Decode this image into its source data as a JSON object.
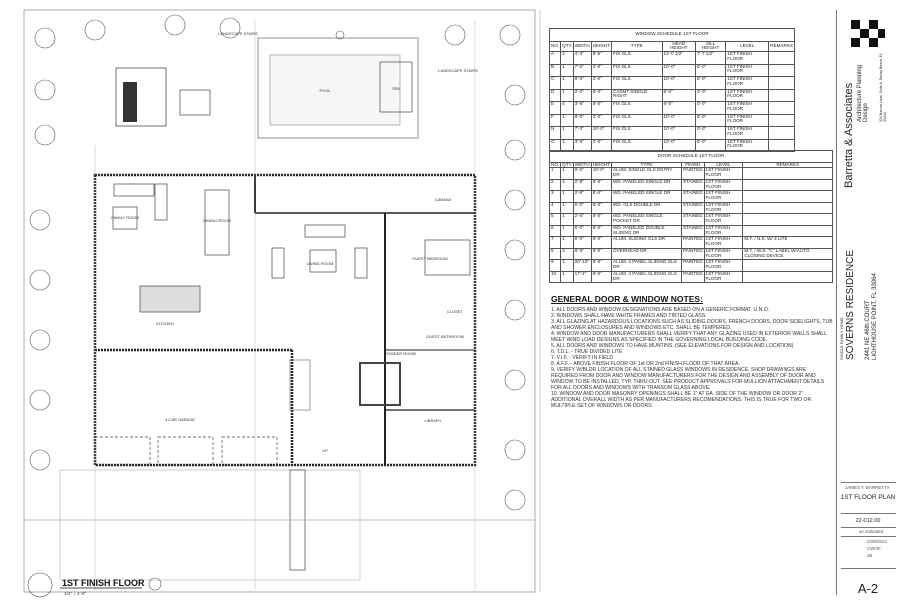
{
  "plan": {
    "title": "1ST FINISH FLOOR",
    "scale": "1/4\" = 1'-0\"",
    "rooms": {
      "landscape_stairs_left": "LANDSCAPE STAIRS",
      "landscape_stairs_right": "LANDSCAPE STAIRS",
      "pool": "POOL",
      "spa": "SPA",
      "cabana": "CABANA",
      "family_room": "FAMILY ROOM",
      "dining_room": "DINING ROOM",
      "living_room": "LIVING ROOM",
      "guest_bedroom": "GUEST BEDROOM",
      "closet": "CLOSET",
      "kitchen": "KITCHEN",
      "guest_bathroom": "GUEST BATHROOM",
      "powder_room": "POWDER ROOM",
      "garage": "3-CAR GARAGE",
      "library": "LIBRARY",
      "up": "UP"
    }
  },
  "window_schedule": {
    "title": "WINDOW SCHEDULE 1ST FLOOR",
    "columns": [
      "NO.",
      "QTY",
      "WIDTH",
      "HEIGHT",
      "TYPE",
      "HEAD HEIGHT",
      "SILL HEIGHT",
      "LEVEL",
      "REMARKS"
    ],
    "rows": [
      [
        "A",
        "2",
        "4'-3\"",
        "8'-5\"",
        "FIX GLS",
        "12'-0 1/2\"",
        "7'-7 1/2\"",
        "1ST FINISH FLOOR",
        ""
      ],
      [
        "B",
        "1",
        "7'-0\"",
        "2'-0\"",
        "FIX GLS",
        "10'-0\"",
        "8'-0\"",
        "1ST FINISH FLOOR",
        ""
      ],
      [
        "C",
        "1",
        "8'-0\"",
        "2'-0\"",
        "FIX GLS",
        "10'-0\"",
        "8'-0\"",
        "1ST FINISH FLOOR",
        ""
      ],
      [
        "D",
        "1",
        "2'-0\"",
        "5'-0\"",
        "CASMT SINGLE RIGHT",
        "8'-0\"",
        "3'-0\"",
        "1ST FINISH FLOOR",
        ""
      ],
      [
        "E",
        "4",
        "3'-6\"",
        "8'-0\"",
        "FIX GLS",
        "8'-0\"",
        "0'-0\"",
        "1ST FINISH FLOOR",
        ""
      ],
      [
        "F",
        "1",
        "8'-0\"",
        "2'-0\"",
        "FIX GLS",
        "10'-0\"",
        "8'-0\"",
        "1ST FINISH FLOOR",
        ""
      ],
      [
        "N",
        "1",
        "7'-3\"",
        "10'-0\"",
        "FIX GLS",
        "10'-0\"",
        "0'-0\"",
        "1ST FINISH FLOOR",
        ""
      ],
      [
        "O",
        "1",
        "3'-6\"",
        "2'-0\"",
        "FIX GLS",
        "10'-0\"",
        "8'-0\"",
        "1ST FINISH FLOOR",
        ""
      ]
    ]
  },
  "door_schedule": {
    "title": "DOOR SCHEDULE 1ST FLOOR",
    "columns": [
      "NO.",
      "QTY",
      "WIDTH",
      "HEIGHT",
      "TYPE",
      "FINISH",
      "LEVEL",
      "REMARKS"
    ],
    "rows": [
      [
        "1",
        "1",
        "6'-0\"",
        "10'-0\"",
        "ALUM. SINGLE GLS ENTRY DR",
        "PAINTED",
        "1ST FINISH FLOOR",
        ""
      ],
      [
        "2",
        "4",
        "2'-8\"",
        "8'-0\"",
        "WD. PANELED SINGLE DR",
        "STAINED",
        "1ST FINISH FLOOR",
        ""
      ],
      [
        "3",
        "1",
        "2'-6\"",
        "8'-0\"",
        "WD. PANELED SINGLE DR",
        "STAINED",
        "1ST FINISH FLOOR",
        ""
      ],
      [
        "4",
        "1",
        "5'-0\"",
        "8'-0\"",
        "WD. GLS DOUBLE DR",
        "STAINED",
        "1ST FINISH FLOOR",
        ""
      ],
      [
        "5",
        "1",
        "2'-6\"",
        "8'-0\"",
        "WD. PANELED SINGLE POCKET DR",
        "STAINED",
        "1ST FINISH FLOOR",
        ""
      ],
      [
        "6",
        "1",
        "5'-0\"",
        "8'-0\"",
        "WD. PANELED DOUBLE SLIDING DR",
        "STAINED",
        "1ST FINISH FLOOR",
        ""
      ],
      [
        "7",
        "1",
        "5'-0\"",
        "8'-0\"",
        "ALUM. SLIDING GLS DR",
        "PAINTED",
        "1ST FINISH FLOOR",
        "M.T. / N.S. W/ 3 LITE"
      ],
      [
        "8",
        "3",
        "8'-0\"",
        "8'-0\"",
        "OVERHEAD DR",
        "PAINTED",
        "1ST FINISH FLOOR",
        "M.T. / W.S. \"C\" LABEL W/AUTO CLOSING DEVICE"
      ],
      [
        "9",
        "1",
        "20'-10\"",
        "8'-0\"",
        "ALUM. 4 PANEL SLIDING GLS DR",
        "PAINTED",
        "1ST FINISH FLOOR",
        ""
      ],
      [
        "10",
        "1",
        "17'-4\"",
        "8'-0\"",
        "ALUM. 4 PANEL SLIDING GLS DR",
        "PAINTED",
        "1ST FINISH FLOOR",
        ""
      ]
    ]
  },
  "notes": {
    "title": "GENERAL DOOR & WINDOW NOTES:",
    "items": [
      "1.   ALL DOORS AND WINDOW DESIGNATIONS ARE BASED ON A GENERIC FORMAT. U.N.O.",
      "2.   WINDOWS SHALL HAVE WHITE FRAMES AND TINTED GLASS.",
      "3.   ALL GLAZING AT HAZARDOUS LOCATIONS SUCH AS SLIDING DOORS, FRENCH DOORS, DOOR SIDELIGHTS, TUB AND SHOWER ENCLOSURES AND WINDOWS ETC. SHALL BE TEMPERED.",
      "4.   WINDOW AND DOOR MANUFACTURERS SHALL VERIFY THAT ANY GLAZING USED IN EXTERIOR WALLS SHALL MEET WIND LOAD DESIGNS AS SPECIFIED IN THE GOVERNING LOCAL BUILDING CODE.",
      "5.   ALL DOORS AND WINDOWS TO HAVE MUNTINS. (SEE ELEVATIONS FOR DESIGN AND LOCATION)",
      "6.   T.D.L. - TRUE DIVIDED LITE",
      "7.   V.I.F. - VERIFY IN FIELD",
      "8.   A.F.F. - ABOVE FINISH FLOOR OF 1st OR 2nd FINISH FLOOR OF THAT AREA.",
      "9.   VERIFY W/BLDR LOCATION OF ALL STAINED GLASS WINDOWS IN RESIDENCE. SHOP DRAWINGS ARE REQUIRED FROM DOOR AND WINDOW MANUFACTURERS FOR THE DESIGN AND ASSEMBLY OF DOOR AND WINDOW TO BE INSTALLED, TYP. THRU-OUT. SEE PRODUCT APPROVALS FOR MULLION ATTACHMENT DETAILS FOR ALL DOORS AND WINDOWS WITH TRANSOM GLASS ABOVE.",
      "10.  WINDOW AND DOOR MASONRY OPENINGS SHALL BE 1\" AT EA. SIDE OF THE WINDOW OR DOOR 2\" ADDITIONAL OVERALL WIDTH AS PER MANUFACTURERS RECOMENDATIONS. THIS IS TRUE FOR TWO OR MULTIPLE SET OF WINDOWS OR DOORS."
    ]
  },
  "title_block": {
    "firm": "Barretta & Associates",
    "firm_sub": "Architecture Planning Design",
    "firm_address": "324 Narrow Lane, Suite A, Delray Beach, FL 33444",
    "project_type": "SINGLE FAMILY HOME",
    "project": "SOVERNS RESIDENCE",
    "address1": "2441 NE 46th COURT",
    "address2": "LIGHTHOUSE POINT, FL 33064",
    "architect": "JAMES T. BARRETTA",
    "sheet_title": "1ST FLOOR PLAN",
    "project_no": "22-012.00",
    "scale": "as indicated",
    "issue_date": "2/28/2024",
    "drawn": "CW/JF",
    "checked": "JB",
    "sheet": "A-2"
  }
}
